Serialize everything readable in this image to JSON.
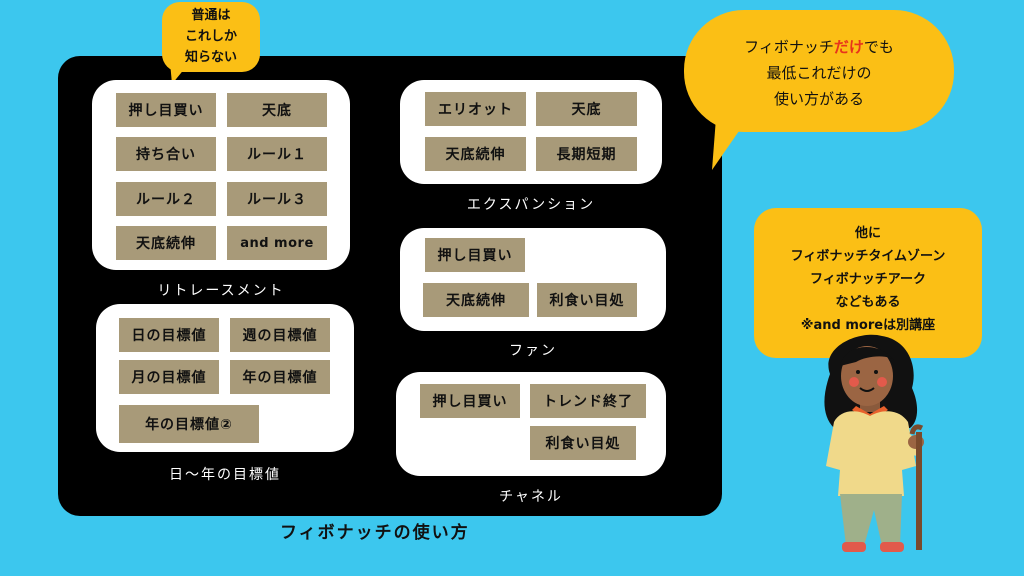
{
  "top_bubble": {
    "lines": [
      "普通は",
      "これしか",
      "知らない"
    ]
  },
  "right_bubble": {
    "line1_prefix": "フィボナッチ",
    "line1_em": "だけ",
    "line1_suffix": "でも",
    "line2": "最低これだけの",
    "line3": "使い方がある"
  },
  "retracement": {
    "items": [
      "押し目買い",
      "天底",
      "持ち合い",
      "ルール１",
      "ルール２",
      "ルール３",
      "天底続伸",
      "and more"
    ],
    "caption": "リトレースメント"
  },
  "targets": {
    "items": [
      "日の目標値",
      "週の目標値",
      "月の目標値",
      "年の目標値",
      "年の目標値②"
    ],
    "caption": "日〜年の目標値"
  },
  "expansion": {
    "items": [
      "エリオット",
      "天底",
      "天底続伸",
      "長期短期"
    ],
    "caption": "エクスパンション"
  },
  "fan": {
    "items": [
      "押し目買い",
      "天底続伸",
      "利食い目処"
    ],
    "caption": "ファン"
  },
  "channel": {
    "items": [
      "押し目買い",
      "トレンド終了",
      "利食い目処"
    ],
    "caption": "チャネル"
  },
  "footer_title": "フィボナッチの使い方",
  "note": {
    "lines": [
      "他に",
      "フィボナッチタイムゾーン",
      "フィボナッチアーク",
      "などもある",
      "※and moreは別講座"
    ]
  },
  "colors": {
    "background": "#3cc7ee",
    "bubble": "#fbbf15",
    "tag": "#a89a79",
    "accent_red": "#e8341c"
  },
  "illustration": "woman-with-cane"
}
